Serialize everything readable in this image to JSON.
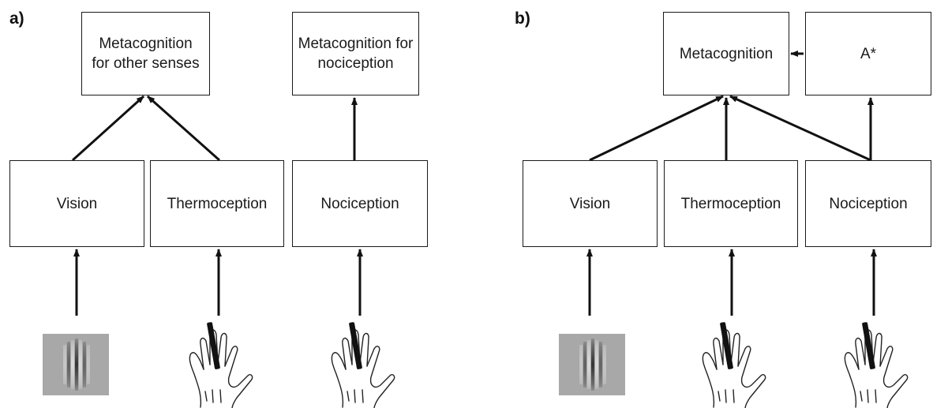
{
  "panel_a": {
    "label": "a)",
    "meta_other": "Metacognition for other senses",
    "meta_noci": "Metacognition for nociception",
    "vision": "Vision",
    "thermo": "Thermoception",
    "noci": "Nociception"
  },
  "panel_b": {
    "label": "b)",
    "meta": "Metacognition",
    "astar": "A*",
    "vision": "Vision",
    "thermo": "Thermoception",
    "noci": "Nociception"
  },
  "icons": [
    "gabor-patch",
    "hand-with-probe"
  ]
}
